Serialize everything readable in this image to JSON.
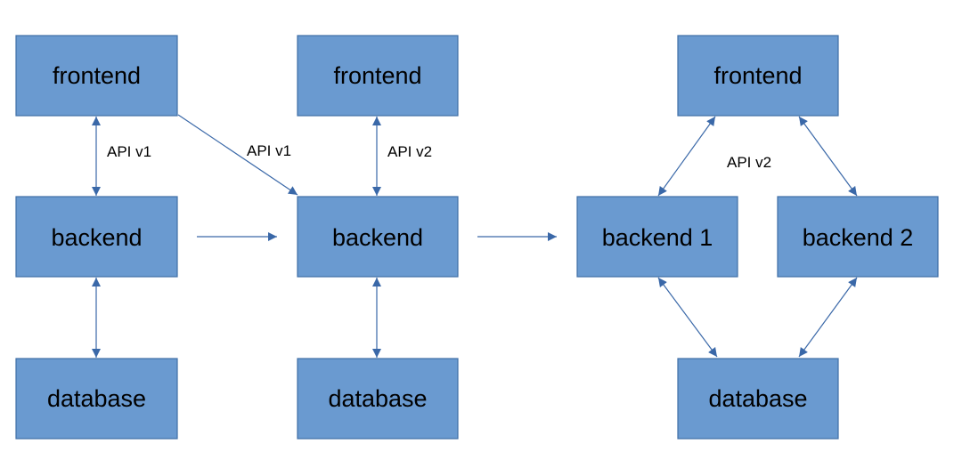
{
  "diagram": {
    "stages": [
      {
        "frontend": "frontend",
        "backend": "backend",
        "database": "database",
        "link_label": "API v1"
      },
      {
        "frontend": "frontend",
        "backend": "backend",
        "database": "database",
        "link_label": "API v2",
        "legacy_link_label": "API v1"
      },
      {
        "frontend": "frontend",
        "backend_1": "backend 1",
        "backend_2": "backend 2",
        "database": "database",
        "link_label": "API v2"
      }
    ],
    "colors": {
      "node_fill": "#6a9ad0",
      "node_border": "#3f6fa6",
      "edge": "#3a68a8"
    }
  }
}
